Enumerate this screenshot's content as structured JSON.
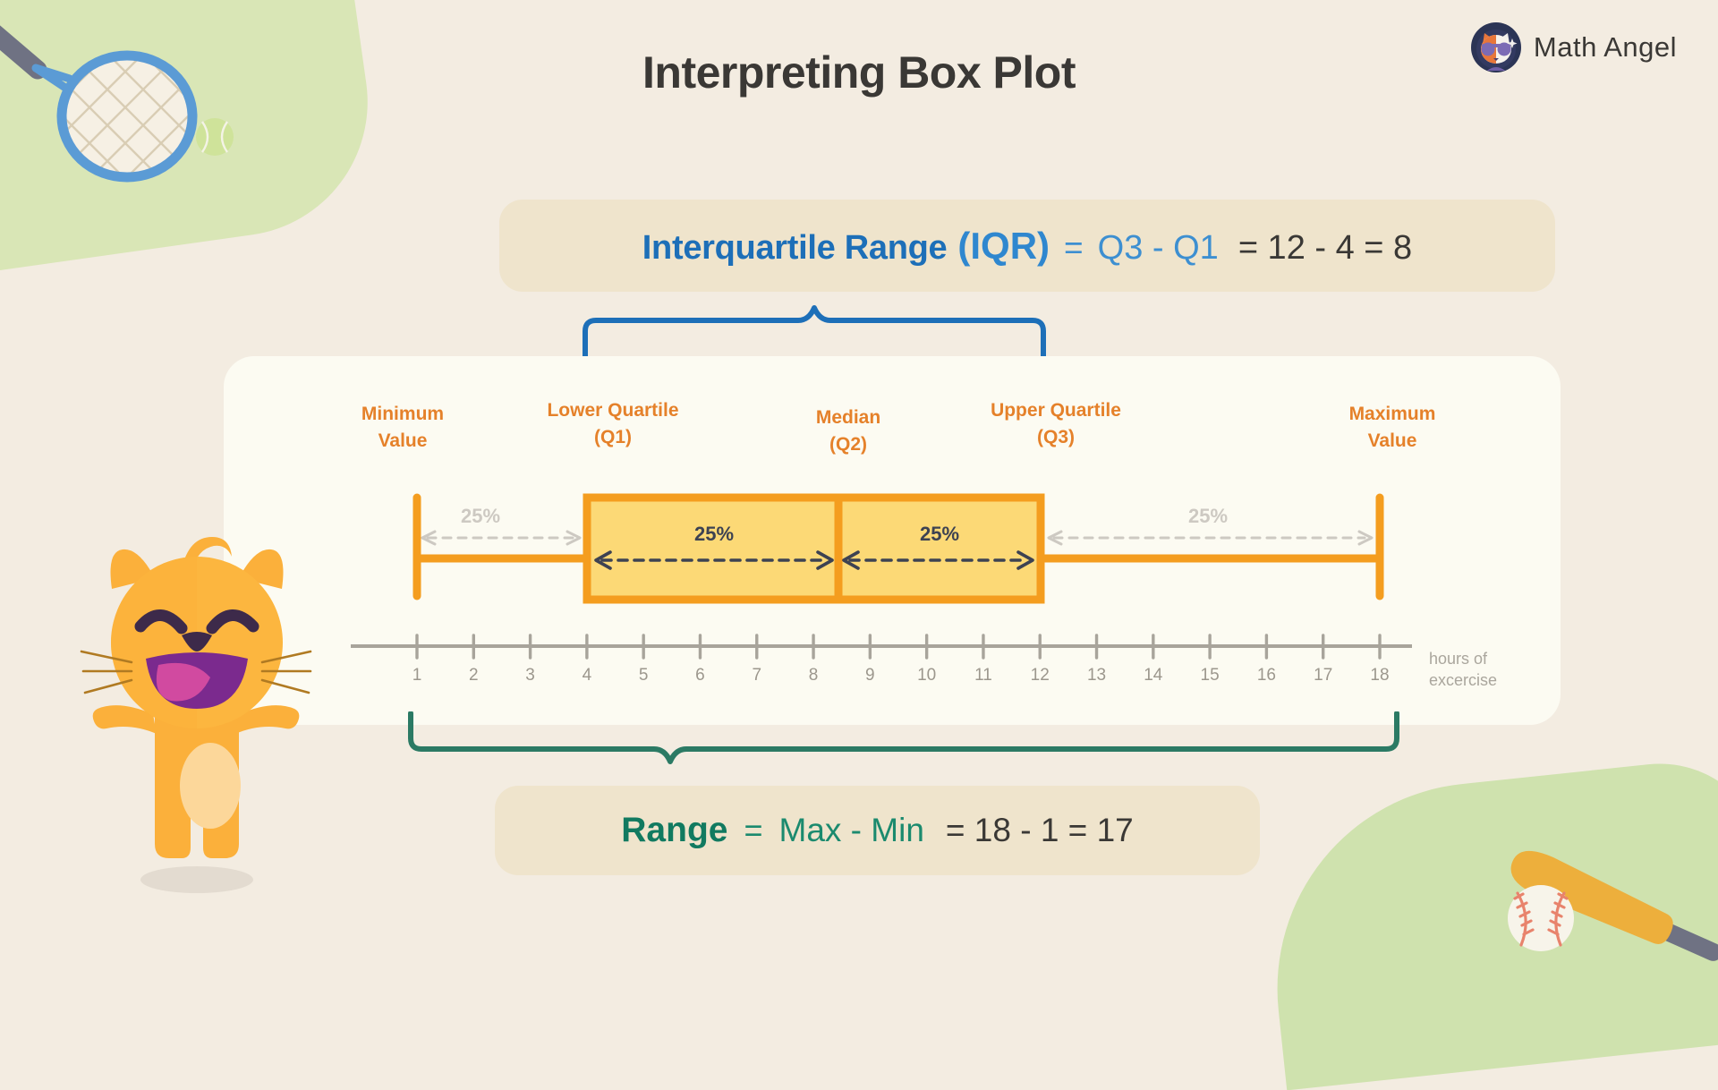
{
  "page": {
    "title": "Interpreting Box Plot",
    "background_color": "#f3ece1",
    "card_color": "#fcfbf2"
  },
  "logo": {
    "brand": "Math Angel",
    "mark": "cat-avatar-icon"
  },
  "iqr_banner": {
    "label": "Interquartile Range",
    "abbrev": "(IQR)",
    "equals": "=",
    "expression": "Q3 - Q1",
    "result": "= 12 - 4 = 8",
    "color": "#2f87cf",
    "banner_color": "#efe4cc"
  },
  "range_banner": {
    "label": "Range",
    "equals": "=",
    "expression": "Max - Min",
    "result": "= 18 - 1 = 17",
    "color": "#117a60",
    "banner_color": "#efe4cc"
  },
  "quartile_labels": [
    {
      "line1": "Minimum",
      "line2": "Value"
    },
    {
      "line1": "Lower Quartile",
      "line2": "(Q1)"
    },
    {
      "line1": "Median",
      "line2": "(Q2)"
    },
    {
      "line1": "Upper Quartile",
      "line2": "(Q3)"
    },
    {
      "line1": "Maximum",
      "line2": "Value"
    }
  ],
  "segment_labels": [
    {
      "text": "25%",
      "style": "gray"
    },
    {
      "text": "25%",
      "style": "dark"
    },
    {
      "text": "25%",
      "style": "dark"
    },
    {
      "text": "25%",
      "style": "gray"
    }
  ],
  "axis": {
    "caption_line1": "hours of",
    "caption_line2": "excercise",
    "ticks": [
      "1",
      "2",
      "3",
      "4",
      "5",
      "6",
      "7",
      "8",
      "9",
      "10",
      "11",
      "12",
      "13",
      "14",
      "15",
      "16",
      "17",
      "18"
    ]
  },
  "decorations": {
    "racket": "tennis-racket-icon",
    "tennis_ball": "tennis-ball-icon",
    "bat": "baseball-bat-icon",
    "baseball": "baseball-icon",
    "mascot": "cat-mascot-icon"
  },
  "chart_data": {
    "type": "box",
    "title": "Interpreting Box Plot",
    "xlabel": "hours of excercise",
    "xlim": [
      1,
      18
    ],
    "tick_step": 1,
    "grid": false,
    "legend": "none",
    "box": {
      "min": 1,
      "q1": 4,
      "median": 9,
      "q3": 12,
      "max": 18,
      "iqr": 8,
      "range": 17
    },
    "segments": [
      {
        "name": "lower whisker",
        "from": 1,
        "to": 4,
        "share": "25%"
      },
      {
        "name": "lower box",
        "from": 4,
        "to": 9,
        "share": "25%"
      },
      {
        "name": "upper box",
        "from": 9,
        "to": 12,
        "share": "25%"
      },
      {
        "name": "upper whisker",
        "from": 12,
        "to": 18,
        "share": "25%"
      }
    ],
    "colors": {
      "box_fill": "#fcd976",
      "box_stroke": "#f49d1f",
      "axis": "#a8a49b",
      "accent_orange": "#e5812a",
      "accent_blue": "#1d6fb8",
      "accent_green": "#117a60"
    }
  }
}
